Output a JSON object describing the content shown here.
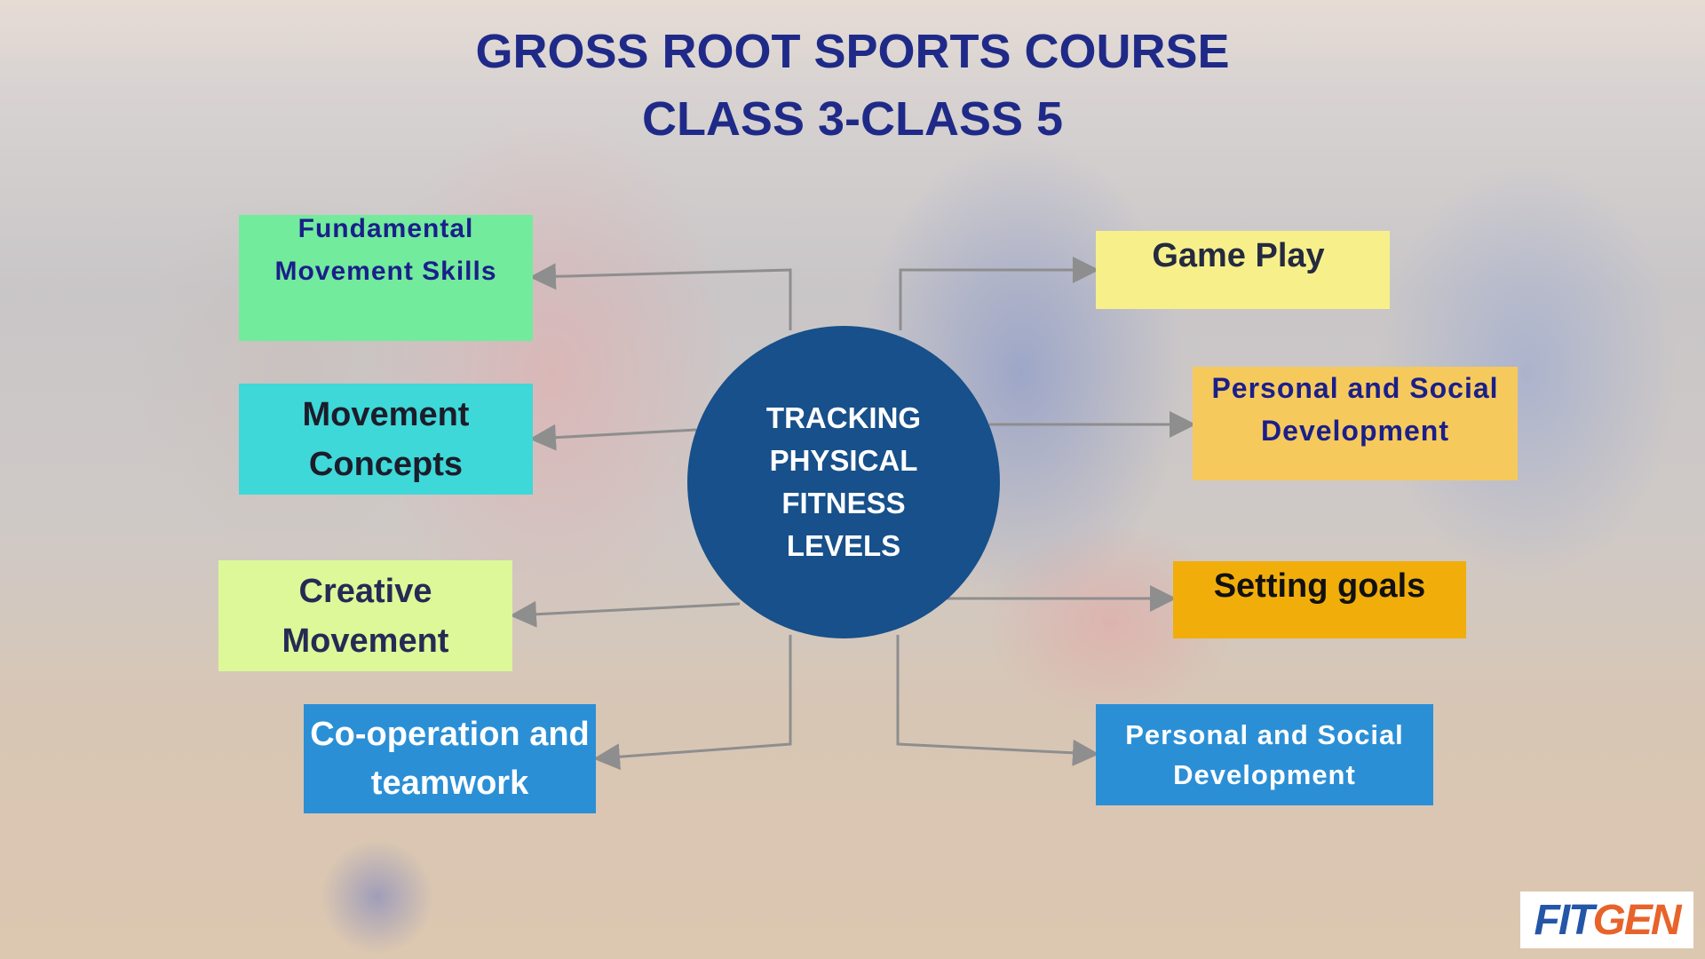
{
  "title": {
    "line1": "GROSS ROOT SPORTS COURSE",
    "line2": "CLASS 3-CLASS 5"
  },
  "center": {
    "lines": [
      "TRACKING",
      "PHYSICAL",
      "FITNESS",
      "LEVELS"
    ],
    "color": "#17508a"
  },
  "left_boxes": [
    {
      "lines": [
        "Fundamental",
        "Movement Skills"
      ],
      "color": "#72eb9c"
    },
    {
      "lines": [
        "Movement",
        "Concepts"
      ],
      "color": "#3ed8d8"
    },
    {
      "lines": [
        "Creative",
        "Movement"
      ],
      "color": "#dcf898"
    },
    {
      "lines": [
        "Co-operation and",
        "teamwork"
      ],
      "color": "#2b8fd6"
    }
  ],
  "right_boxes": [
    {
      "lines": [
        "Game Play"
      ],
      "color": "#f7f08a"
    },
    {
      "lines": [
        "Personal and Social",
        "Development"
      ],
      "color": "#f6c95c"
    },
    {
      "lines": [
        "Setting goals"
      ],
      "color": "#f1ae0a"
    },
    {
      "lines": [
        "Personal and Social",
        "Development"
      ],
      "color": "#2b8fd6"
    }
  ],
  "logo": {
    "part1": "FIT",
    "part2": "GEN"
  }
}
